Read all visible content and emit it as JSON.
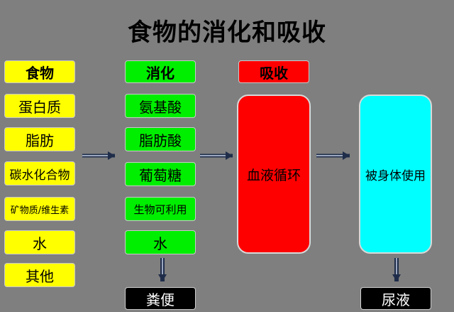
{
  "title": "食物的消化和吸收",
  "food": {
    "header": "食物",
    "items": [
      "蛋白质",
      "脂肪",
      "碳水化合物",
      "矿物质/维生素",
      "水",
      "其他"
    ]
  },
  "digestion": {
    "header": "消化",
    "items": [
      "氨基酸",
      "脂肪酸",
      "葡萄糖",
      "生物可利用",
      "水"
    ],
    "output": "粪便"
  },
  "absorption": {
    "header": "吸收",
    "blood": "血液循环",
    "use": "被身体使用",
    "output": "尿液"
  },
  "colors": {
    "food": "#ffff00",
    "digestion": "#00ee00",
    "absorption": "#ff0000",
    "use": "#00ffff",
    "waste": "#000000"
  }
}
